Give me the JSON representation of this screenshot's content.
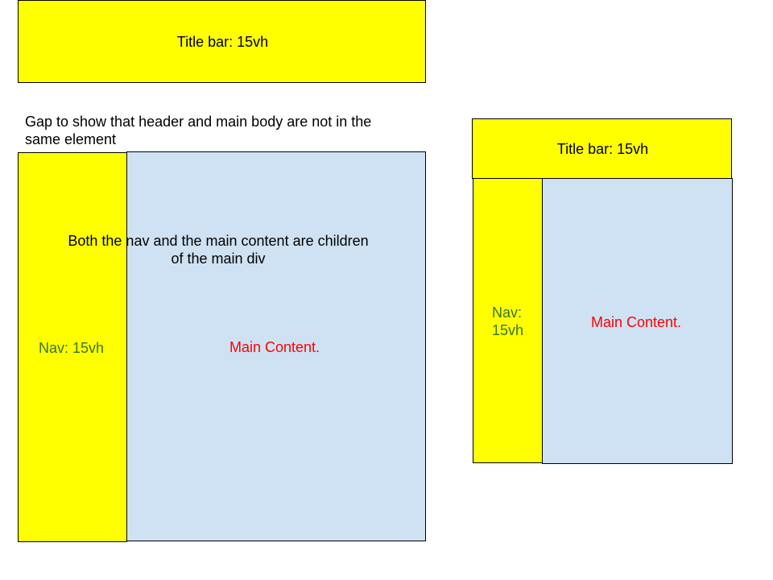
{
  "colors": {
    "title_bar_fill": "#ffff00",
    "nav_fill": "#ffff00",
    "main_fill": "#cfe2f3",
    "nav_text": "#38761d",
    "main_text": "#ff0000",
    "default_text": "#000000"
  },
  "left_diagram": {
    "title_bar_label": "Title bar: 15vh",
    "gap_note": "Gap to show that header and main body are not in the same element",
    "nav_label": "Nav: 15vh",
    "main_label": "Main Content.",
    "children_note": "Both the nav and the main content are children of the main div"
  },
  "right_diagram": {
    "title_bar_label": "Title bar: 15vh",
    "nav_label": "Nav: 15vh",
    "main_label": "Main Content."
  }
}
